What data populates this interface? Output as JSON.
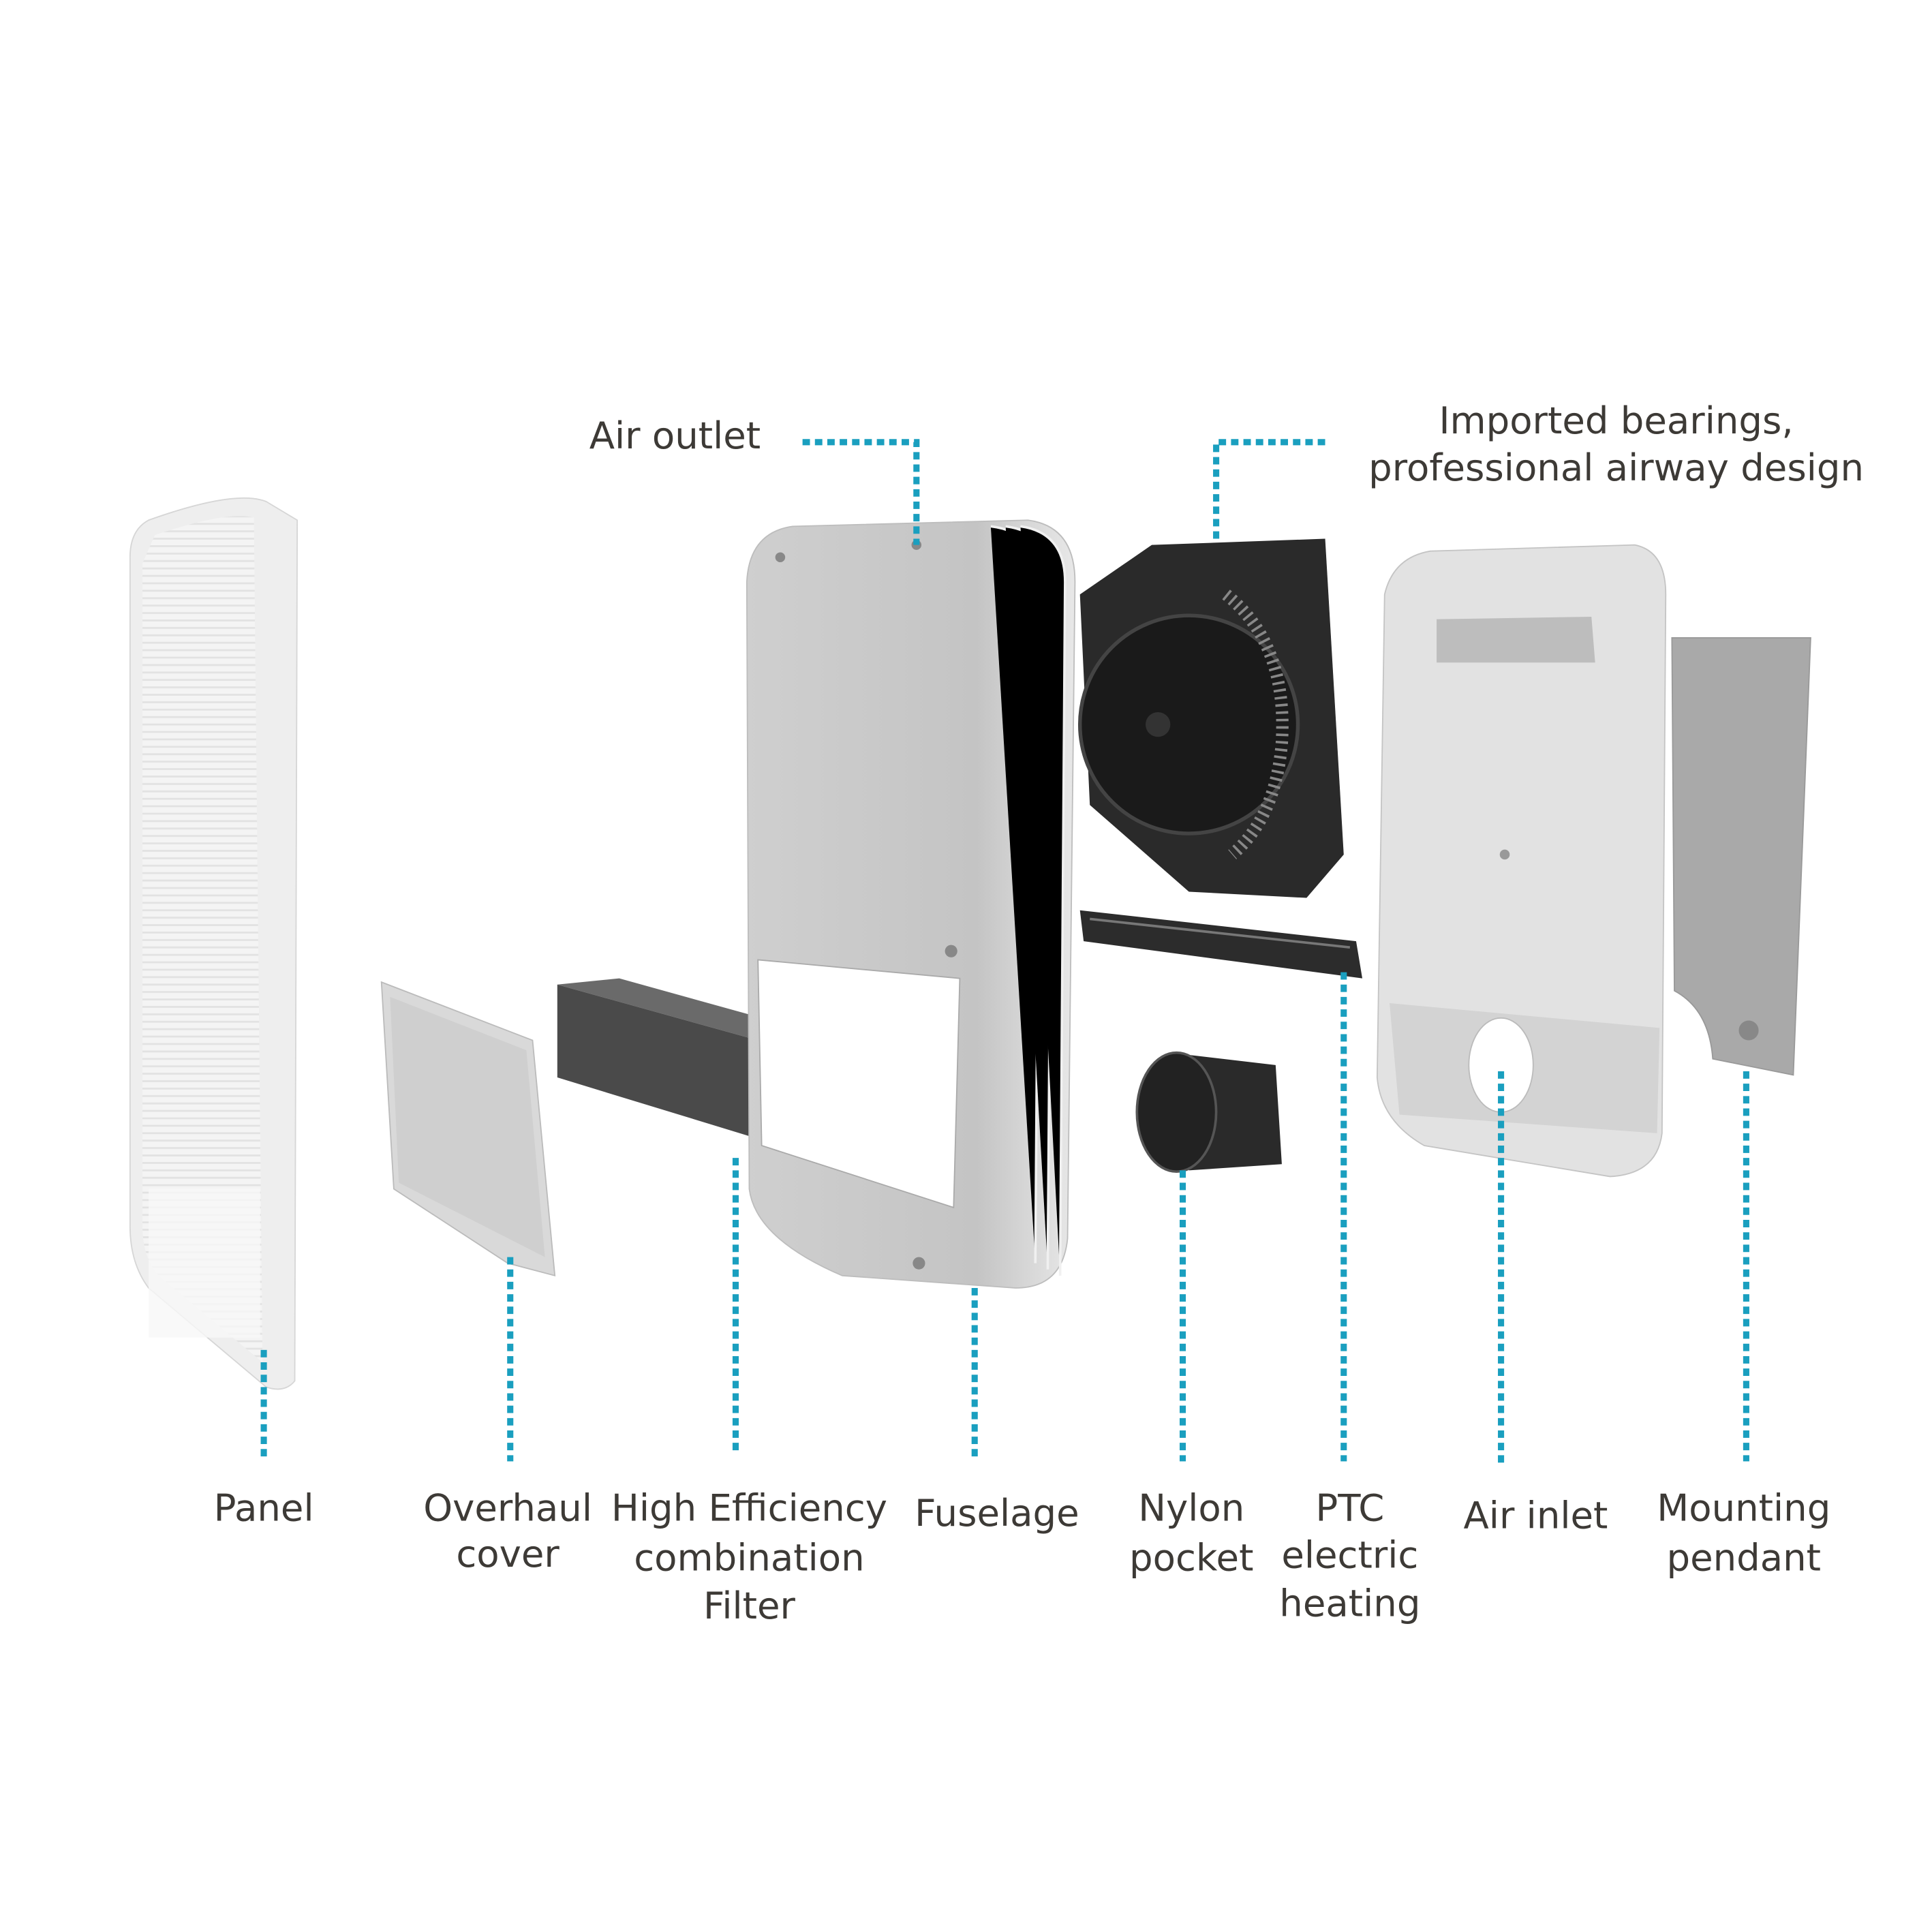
{
  "diagram": {
    "accent_color": "#1a9fbf",
    "labels": {
      "air_outlet": "Air outlet",
      "bearings_line1": "Imported bearings,",
      "bearings_line2": "professional airway design",
      "panel": "Panel",
      "overhaul_line1": "Overhaul",
      "overhaul_line2": "cover",
      "filter_line1": "High Efficiency",
      "filter_line2": "combination",
      "filter_line3": "Filter",
      "fuselage": "Fuselage",
      "nylon_line1": "Nylon",
      "nylon_line2": "pocket",
      "ptc_line1": "PTC",
      "ptc_line2": "electric",
      "ptc_line3": "heating",
      "air_inlet": "Air inlet",
      "mounting_line1": "Mounting",
      "mounting_line2": "pendant"
    }
  }
}
